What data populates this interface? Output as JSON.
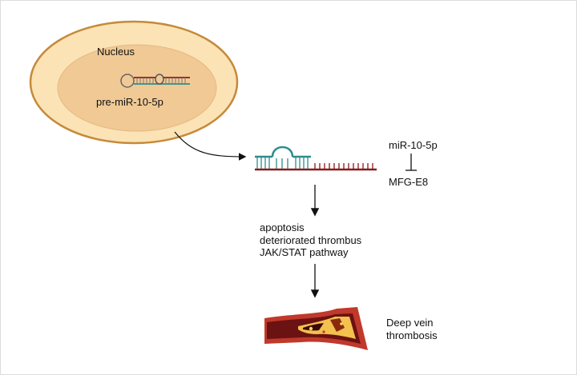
{
  "nucleus": {
    "label": "Nucleus",
    "precursor_label": "pre-miR-10-5p"
  },
  "mirna": {
    "label": "miR-10-5p",
    "target": "MFG-E8"
  },
  "effects": [
    "apoptosis",
    "deteriorated thrombus",
    "JAK/STAT pathway"
  ],
  "outcome": {
    "lines": [
      "Deep vein",
      "thrombosis"
    ]
  },
  "colors": {
    "cell_fill": "#fbe3b5",
    "cell_border": "#c58a3a",
    "nucleus_fill": "#f0c995",
    "strand_teal": "#2f8c8c",
    "strand_red": "#8b1a1a",
    "vessel_wall": "#c0392b",
    "vessel_lumen": "#6b1212",
    "thrombus": "#f2c14e",
    "arrow": "#111111"
  }
}
